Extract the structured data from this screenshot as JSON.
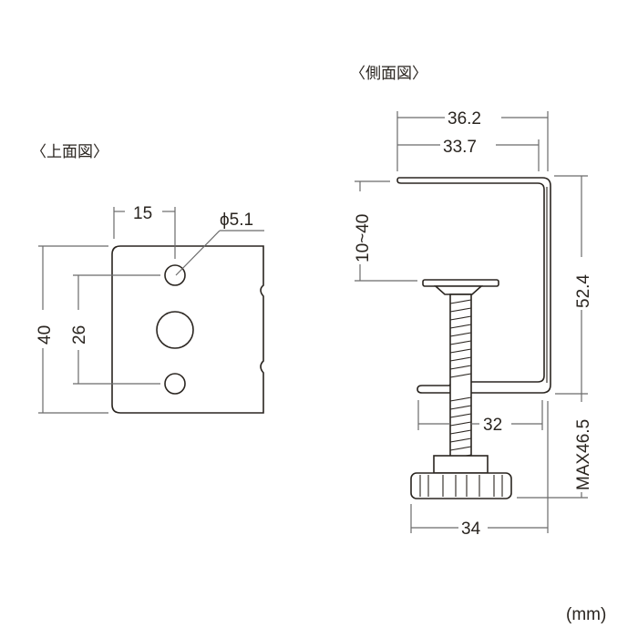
{
  "top_view": {
    "title": "〈上面図〉",
    "dims": {
      "hole_offset": "15",
      "hole_diameter": "ϕ5.1",
      "width": "40",
      "hole_spacing": "26"
    }
  },
  "side_view": {
    "title": "〈側面図〉",
    "dims": {
      "outer_width": "36.2",
      "inner_width": "33.7",
      "clamp_range": "10~40",
      "height": "52.4",
      "max_extension": "MAX46.5",
      "lower_arm": "32",
      "knob_diameter": "34"
    }
  },
  "unit": "(mm)",
  "colors": {
    "line": "#2a2520",
    "dimension": "#6b6b6b",
    "background": "#ffffff"
  }
}
